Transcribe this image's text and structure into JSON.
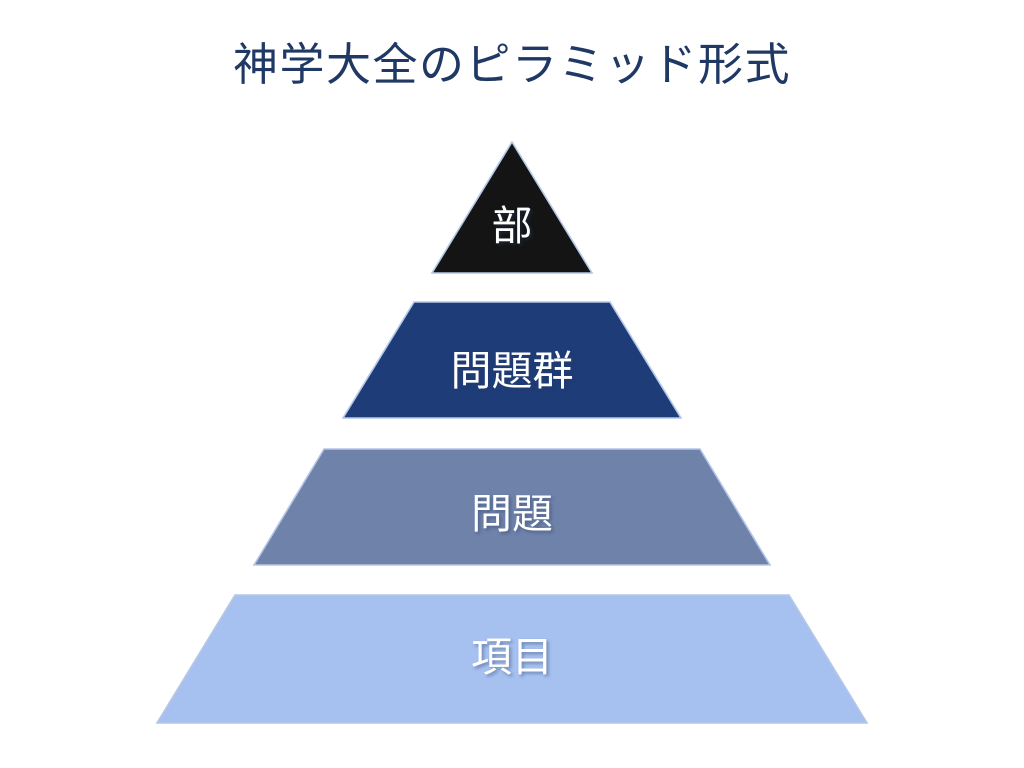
{
  "header": {
    "title": "神学大全のピラミッド形式",
    "color": "#1f3864"
  },
  "chart_data": {
    "type": "pyramid",
    "title": "神学大全のピラミッド形式",
    "levels": [
      {
        "rank": 1,
        "label": "部",
        "fill": "#141414",
        "text_color": "#ffffff"
      },
      {
        "rank": 2,
        "label": "問題群",
        "fill": "#1e3c78",
        "text_color": "#ffffff"
      },
      {
        "rank": 3,
        "label": "問題",
        "fill": "#6e82aa",
        "text_color": "#ffffff"
      },
      {
        "rank": 4,
        "label": "項目",
        "fill": "#a6c1f0",
        "text_color": "#ffffff"
      }
    ],
    "outline_color": "#b4c7e7",
    "background": "#ffffff",
    "layout": "4-level pyramid, apex at top, ~30px gaps between levels"
  }
}
